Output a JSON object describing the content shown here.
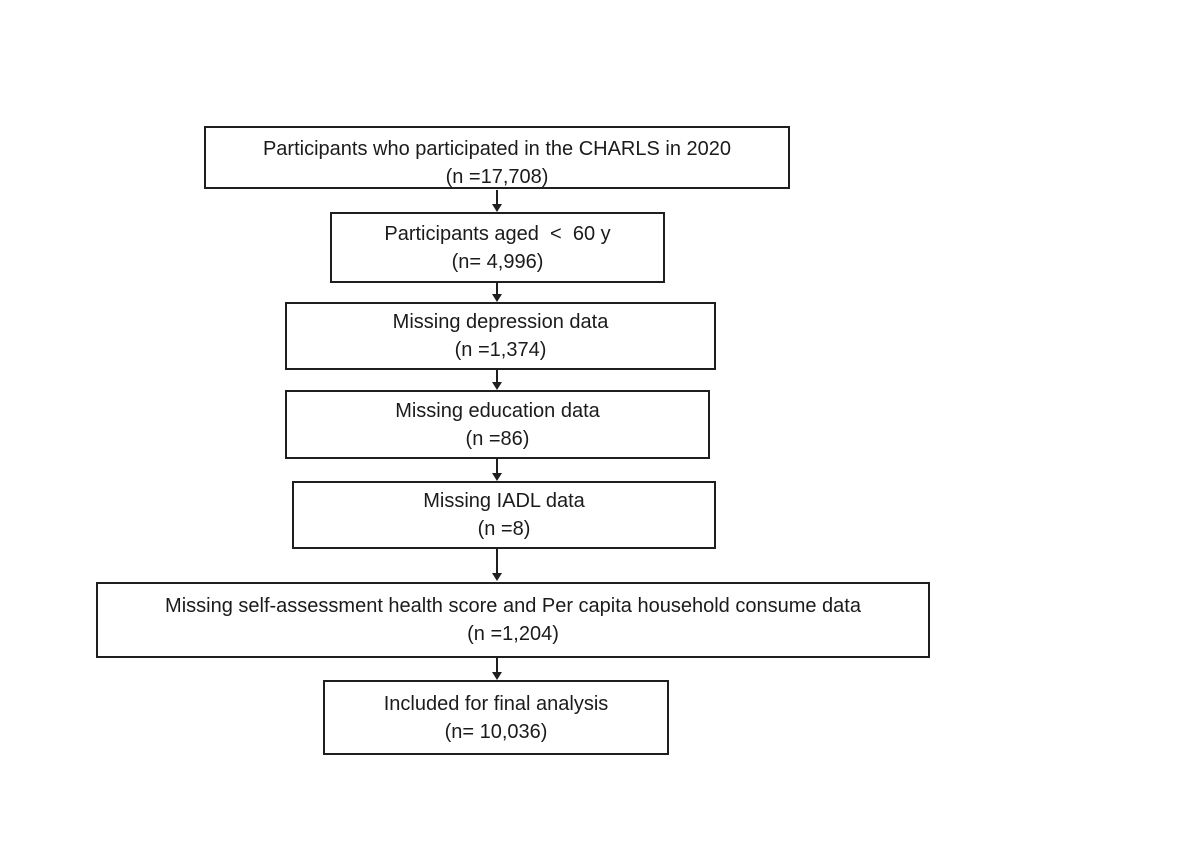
{
  "page": {
    "background_color": "#ffffff",
    "ink_color": "#1b1b1b"
  },
  "flowchart": {
    "boxes": [
      {
        "line1": "Participants who participated in the CHARLS in 2020",
        "line2": "(n =17,708)"
      },
      {
        "line1": "Participants aged  <  60 y",
        "line2": "(n= 4,996)"
      },
      {
        "line1": "Missing depression data",
        "line2": "(n =1,374)"
      },
      {
        "line1": "Missing education data",
        "line2": "(n =86)"
      },
      {
        "line1": "Missing IADL data",
        "line2": "(n =8)"
      },
      {
        "line1": "Missing self-assessment health score and Per capita household consume data",
        "line2": "(n =1,204)"
      },
      {
        "line1": "Included for final analysis",
        "line2": "(n= 10,036)"
      }
    ]
  }
}
